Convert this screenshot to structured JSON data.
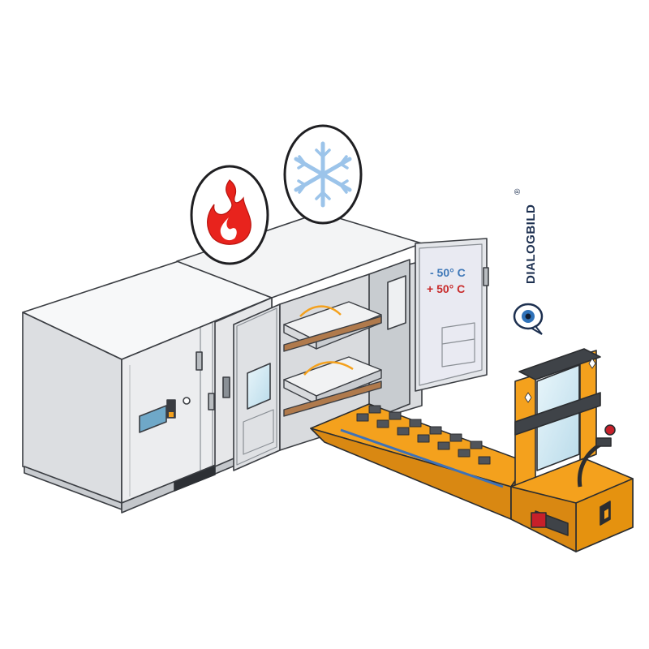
{
  "door_display": {
    "cold_label": "- 50° C",
    "hot_label": "+ 50° C"
  },
  "brand": {
    "name": "DIALOGBILD",
    "registered_mark": "®"
  },
  "badges": {
    "heat_icon": "flame-icon",
    "cold_icon": "snowflake-icon"
  },
  "colors": {
    "flame": "#e8231d",
    "snowflake": "#9cc4ea",
    "cold_text": "#3f78b8",
    "hot_text": "#c82a2a",
    "truck_orange": "#f4a11d",
    "chamber_body": "#ecedef"
  }
}
